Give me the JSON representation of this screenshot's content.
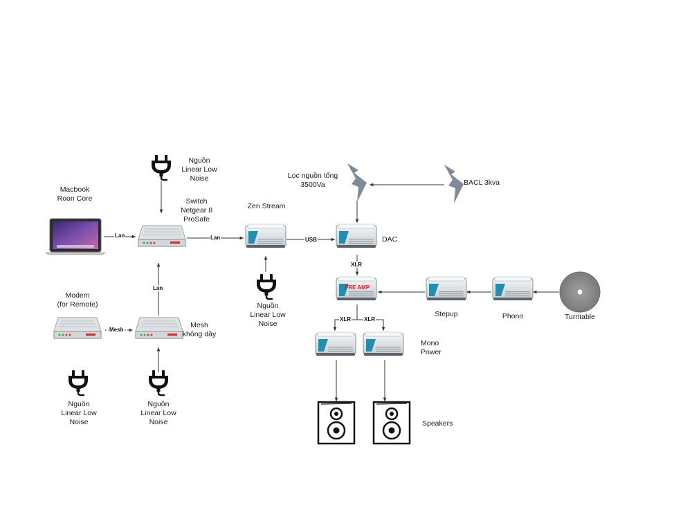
{
  "nodes": {
    "macbook": {
      "label_line1": "Macbook",
      "label_line2": "Roon Core"
    },
    "switch": {
      "label_line1": "Switch",
      "label_line2": "Netgear 8",
      "label_line3": "ProSafe"
    },
    "psu_switch": {
      "label_line1": "Nguồn",
      "label_line2": "Linear Low",
      "label_line3": "Noise"
    },
    "zen_stream": {
      "label": "Zen Stream"
    },
    "psu_zen": {
      "label_line1": "Nguồn",
      "label_line2": "Linear Low",
      "label_line3": "Noise"
    },
    "power_filter": {
      "label_line1": "Lọc nguồn tổng",
      "label_line2": "3500Va"
    },
    "bacl": {
      "label": "BACL 3kva"
    },
    "dac": {
      "label": "DAC"
    },
    "preamp": {
      "label": "PRE AMP"
    },
    "stepup": {
      "label": "Stepup"
    },
    "phono": {
      "label": "Phono"
    },
    "turntable": {
      "label": "Turntable"
    },
    "modem": {
      "label_line1": "Modem",
      "label_line2": "(for Remote)"
    },
    "mesh": {
      "label_line1": "Mesh",
      "label_line2": "không dây"
    },
    "psu_modem": {
      "label_line1": "Nguồn",
      "label_line2": "Linear Low",
      "label_line3": "Noise"
    },
    "psu_mesh": {
      "label_line1": "Nguồn",
      "label_line2": "Linear Low",
      "label_line3": "Noise"
    },
    "mono_power": {
      "label_line1": "Mono",
      "label_line2": "Power"
    },
    "speakers": {
      "label": "Speakers"
    }
  },
  "edges": {
    "macbook_switch": "Lan",
    "switch_zen": "Lan",
    "zen_dac": "USB",
    "mesh_switch": "Lan",
    "modem_mesh": "Mesh",
    "dac_preamp": "XLR",
    "preamp_mono_left": "XLR",
    "preamp_mono_right": "XLR"
  },
  "icons": {
    "laptop": "laptop-icon",
    "router": "router-icon",
    "rack_device": "rack-device-icon",
    "plug": "power-plug-icon",
    "lightning": "lightning-bolt-icon",
    "speaker": "speaker-icon",
    "disc": "vinyl-disc-icon"
  },
  "colors": {
    "line": "#333333",
    "device_body": "#e6e8ea",
    "device_accent": "#1e8fb3",
    "bolt": "#7e8a96",
    "disc": "#8c8c8c",
    "preamp_text": "#e0201a"
  }
}
